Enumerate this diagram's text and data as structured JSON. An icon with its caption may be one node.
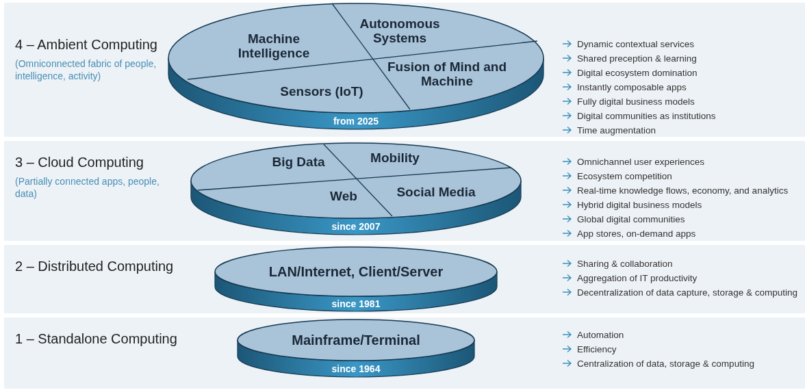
{
  "diagram": {
    "nodes": [
      {
        "text": [
          "4 – Ambient Computing",
          "(Omniconnected fabric of people, intelligence, activity)"
        ]
      },
      {
        "text": [
          "from 2025"
        ],
        "in": 0,
        "beside": [
          "Dynamic contextual services",
          "Shared preception & learning",
          "Digital ecosystem domination",
          "Instantly composable apps",
          "Fully digital business models",
          "Digital communities as institutions",
          "Time augmentation"
        ]
      },
      {
        "text": [
          "Machine Intelligence"
        ],
        "in": 1
      },
      {
        "text": [
          "Autonomous Systems"
        ],
        "in": 1
      },
      {
        "text": [
          "Sensors (IoT)"
        ],
        "in": 1
      },
      {
        "text": [
          "Fusion of Mind and Machine"
        ],
        "in": 1
      },
      {
        "text": [
          "3 – Cloud Computing",
          "(Partially connected apps, people, data)"
        ]
      },
      {
        "text": [
          "since 2007"
        ],
        "in": 6,
        "beside": [
          "Omnichannel user experiences",
          "Ecosystem competition",
          "Real-time knowledge flows, economy, and analytics",
          "Hybrid digital business models",
          "Global digital communities",
          "App stores, on-demand apps"
        ]
      },
      {
        "text": [
          "Big Data"
        ],
        "in": 7
      },
      {
        "text": [
          "Mobility"
        ],
        "in": 7
      },
      {
        "text": [
          "Web"
        ],
        "in": 7
      },
      {
        "text": [
          "Social Media"
        ],
        "in": 7
      },
      {
        "text": [
          "2 – Distributed Computing"
        ]
      },
      {
        "text": [
          "LAN/Internet, Client/Server",
          "since 1981"
        ],
        "in": 12,
        "beside": [
          "Sharing & collaboration",
          "Aggregation of IT productivity",
          "Decentralization of data capture, storage & computing"
        ]
      },
      {
        "text": [
          "1 – Standalone Computing"
        ]
      },
      {
        "text": [
          "Mainframe/Terminal",
          "since 1964"
        ],
        "in": 14,
        "beside": [
          "Automation",
          "Efficiency",
          "Centralization of data, storage & computing"
        ]
      }
    ]
  }
}
